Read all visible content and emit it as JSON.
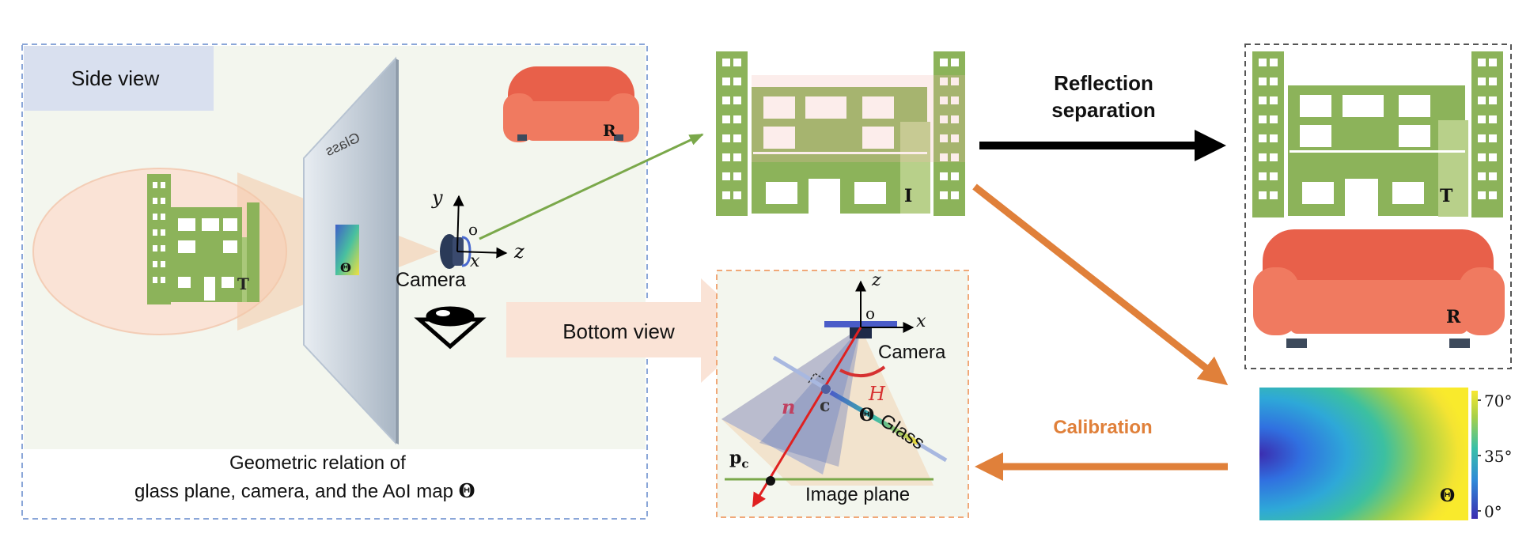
{
  "side_view": {
    "title": "Side view",
    "caption_line1": "Geometric relation of",
    "caption_line2_text": "glass plane, camera, and the AoI map",
    "caption_line2_symbol": "Θ",
    "glass_text": "Glass",
    "aoi_symbol": "Θ",
    "building_label": "T",
    "axis_y": "y",
    "axis_x": "x",
    "axis_z": "z",
    "origin": "o",
    "camera_label": "Camera",
    "sofa_label": "R"
  },
  "mixed_image": {
    "label": "I"
  },
  "reflection_separation": {
    "line1": "Reflection",
    "line2": "separation"
  },
  "output": {
    "transmission_label": "T",
    "reflection_label": "R"
  },
  "bottom_view": {
    "arrow_label": "Bottom view",
    "axis_z": "z",
    "axis_x": "x",
    "origin": "o",
    "camera_label": "Camera",
    "angle_label": "H",
    "normal_label": "n",
    "center_label": "c",
    "theta_label": "Θ",
    "glass_label": "Glass",
    "pc_main": "p",
    "pc_sub": "c",
    "image_plane_label": "Image plane"
  },
  "calibration": {
    "label": "Calibration"
  },
  "aoi_map": {
    "symbol": "Θ",
    "colorbar_ticks": [
      "70°",
      "35°",
      "0°"
    ],
    "colormap": "viridis-like (blue to yellow)"
  },
  "colors": {
    "green": "#8cb35a",
    "sofa": "#e8604a",
    "orange_arrow": "#e0803a",
    "calibration_text": "#e0803a",
    "dashed_blue": "#8aa6d8",
    "dashed_orange": "#f0a878",
    "dashed_gray": "#555555"
  }
}
